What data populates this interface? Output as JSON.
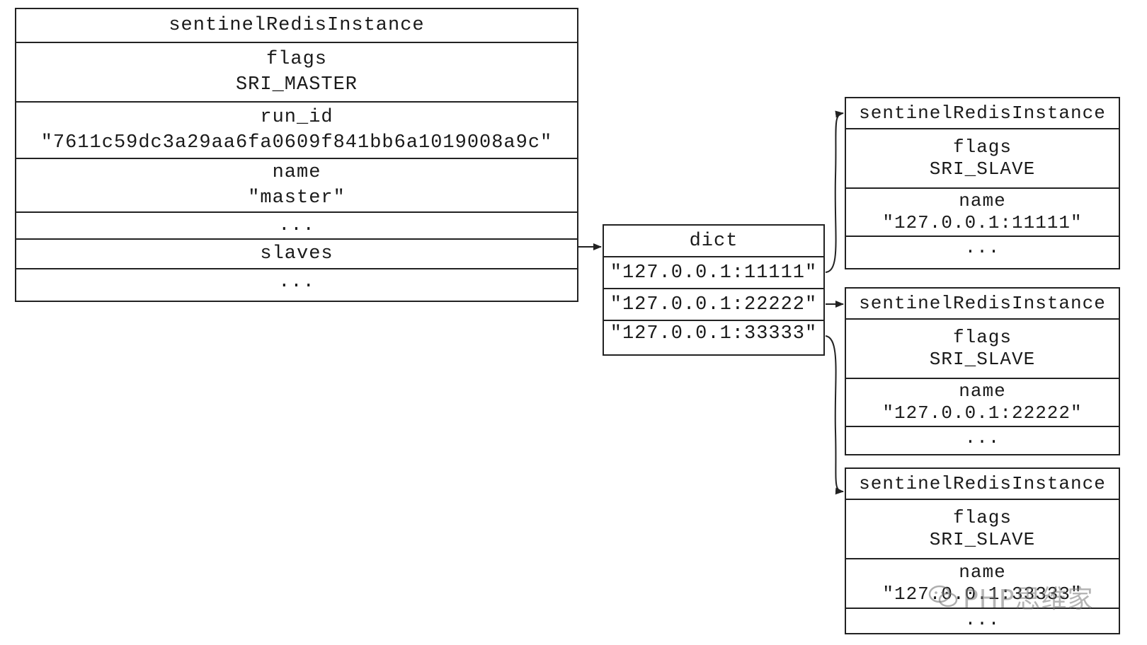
{
  "master": {
    "title": "sentinelRedisInstance",
    "flags_label": "flags",
    "flags_value": "SRI_MASTER",
    "run_id_label": "run_id",
    "run_id_value": "\"7611c59dc3a29aa6fa0609f841bb6a1019008a9c\"",
    "name_label": "name",
    "name_value": "\"master\"",
    "ellipsis_1": "...",
    "slaves_label": "slaves",
    "ellipsis_2": "..."
  },
  "dict": {
    "title": "dict",
    "keys": [
      "\"127.0.0.1:11111\"",
      "\"127.0.0.1:22222\"",
      "\"127.0.0.1:33333\""
    ]
  },
  "slaves": [
    {
      "title": "sentinelRedisInstance",
      "flags_label": "flags",
      "flags_value": "SRI_SLAVE",
      "name_label": "name",
      "name_value": "\"127.0.0.1:11111\"",
      "ellipsis": "..."
    },
    {
      "title": "sentinelRedisInstance",
      "flags_label": "flags",
      "flags_value": "SRI_SLAVE",
      "name_label": "name",
      "name_value": "\"127.0.0.1:22222\"",
      "ellipsis": "..."
    },
    {
      "title": "sentinelRedisInstance",
      "flags_label": "flags",
      "flags_value": "SRI_SLAVE",
      "name_label": "name",
      "name_value": "\"127.0.0.1:33333\"",
      "ellipsis": "..."
    }
  ],
  "watermark": {
    "icon": "wechat-icon",
    "text": "PHP思维家"
  },
  "colors": {
    "line": "#222222",
    "watermark": "#787878"
  }
}
